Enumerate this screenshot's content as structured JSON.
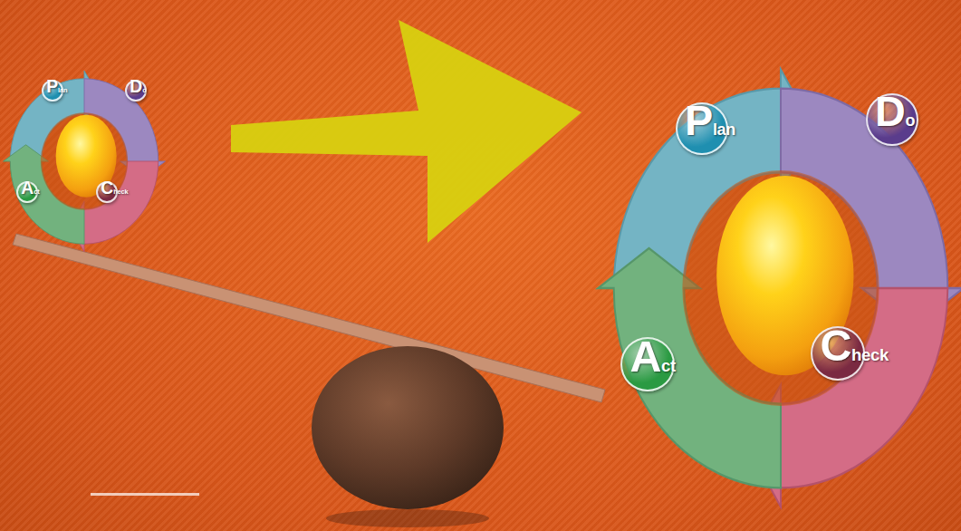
{
  "diagram": {
    "nodes": [
      {
        "text": [
          "Plan"
        ]
      },
      {
        "text": [
          "Do"
        ]
      },
      {
        "text": [
          "Check"
        ]
      },
      {
        "text": [
          "Act"
        ]
      },
      {
        "text": [
          "Plan"
        ]
      },
      {
        "text": [
          "Do"
        ]
      },
      {
        "text": [
          "Check"
        ]
      },
      {
        "text": [
          "Act"
        ]
      }
    ]
  }
}
